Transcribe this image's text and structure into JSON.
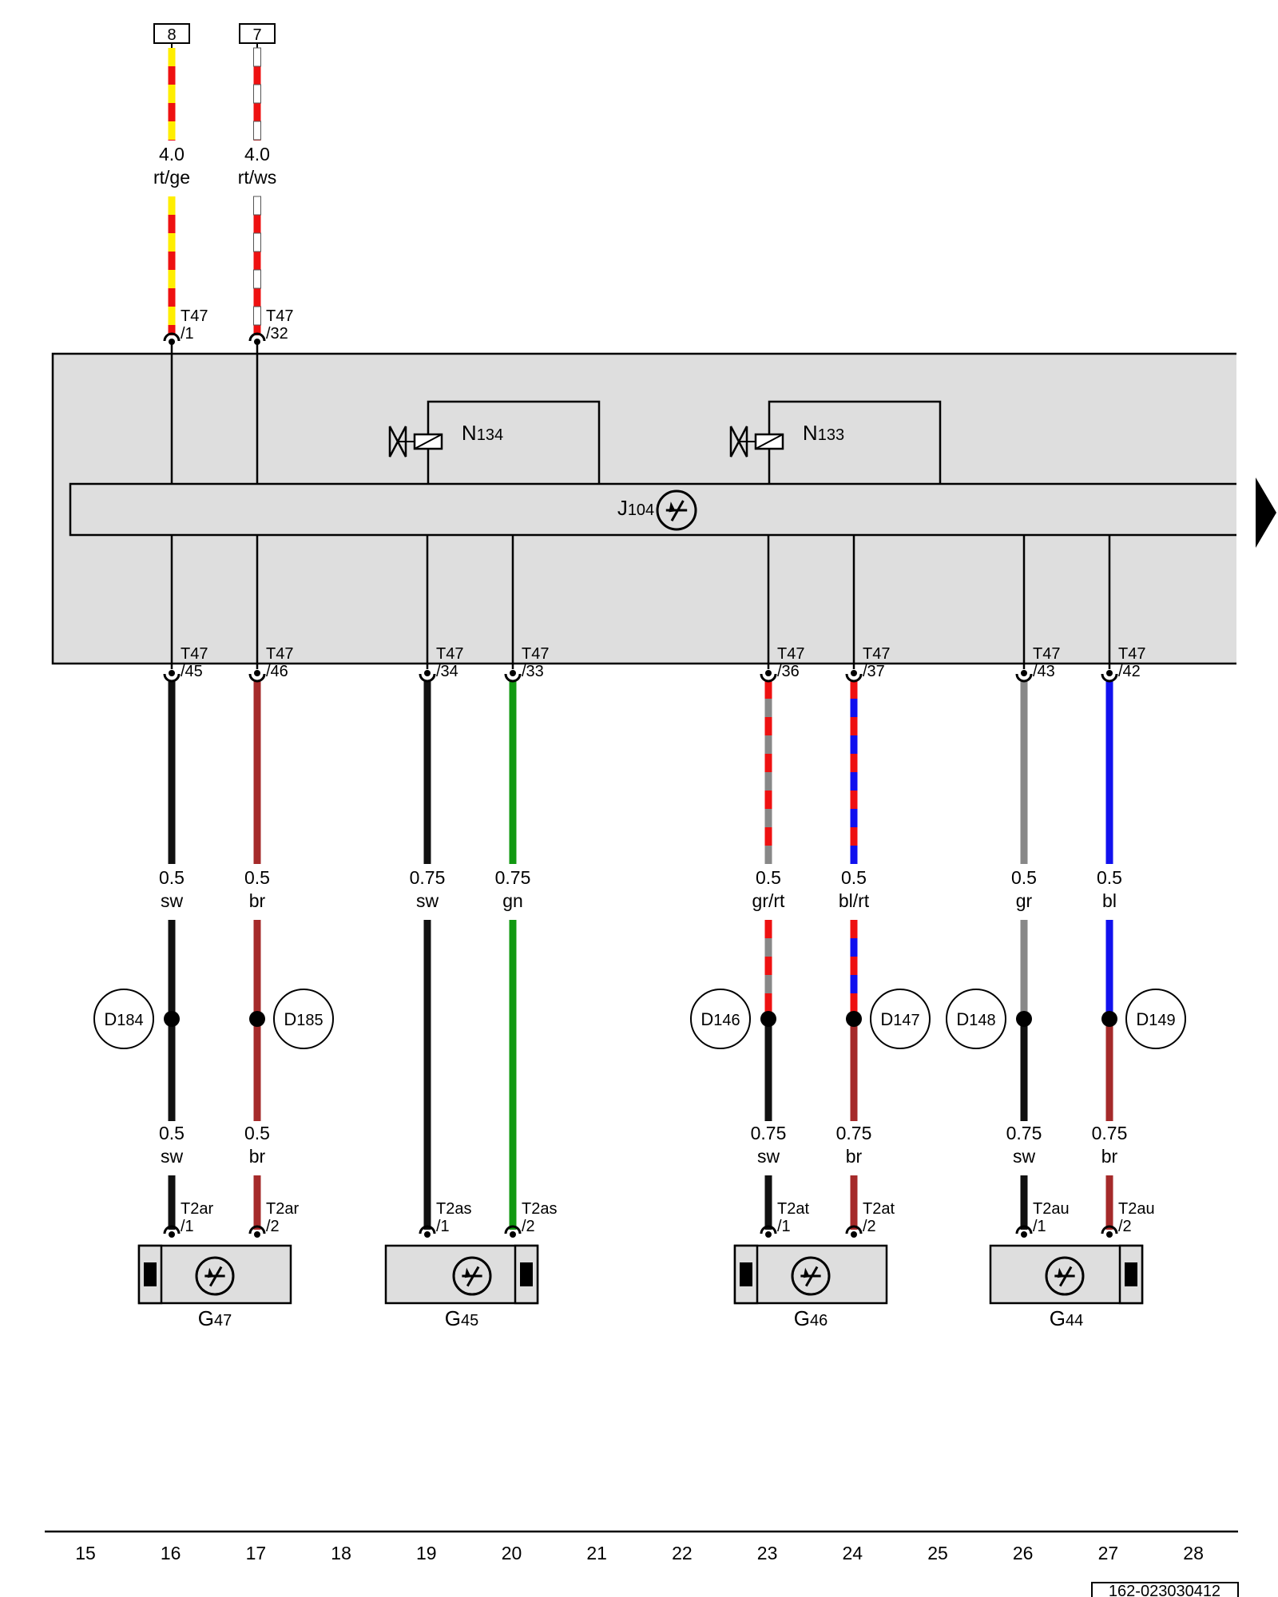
{
  "colors": {
    "rt": "#ee1111",
    "ge": "#ffee00",
    "ws": "#ffffff",
    "sw": "#111111",
    "br": "#a52a2a",
    "gn": "#119911",
    "gr": "#888888",
    "bl": "#1111ee",
    "box_fill": "#dedede"
  },
  "columns": [
    "15",
    "16",
    "17",
    "18",
    "19",
    "20",
    "21",
    "22",
    "23",
    "24",
    "25",
    "26",
    "27",
    "28"
  ],
  "doc_code": "162-023030412",
  "module": {
    "name": "J104",
    "icon": "speed-sensor-symbol-icon",
    "continues_right": true
  },
  "valves": [
    {
      "name": "N134",
      "icon": "valve-solenoid-icon"
    },
    {
      "name": "N133",
      "icon": "valve-solenoid-icon"
    }
  ],
  "top_refs": [
    "8",
    "7"
  ],
  "top_wires": [
    {
      "size": "4.0",
      "color": "rt/ge",
      "pin": "T47",
      "pin_no": "/1"
    },
    {
      "size": "4.0",
      "color": "rt/ws",
      "pin": "T47",
      "pin_no": "/32"
    }
  ],
  "lower_wires": [
    {
      "pin": "T47",
      "pin_no": "/45",
      "size": "0.5",
      "color": "sw"
    },
    {
      "pin": "T47",
      "pin_no": "/46",
      "size": "0.5",
      "color": "br"
    },
    {
      "pin": "T47",
      "pin_no": "/34",
      "size": "0.75",
      "color": "sw"
    },
    {
      "pin": "T47",
      "pin_no": "/33",
      "size": "0.75",
      "color": "gn"
    },
    {
      "pin": "T47",
      "pin_no": "/36",
      "size": "0.5",
      "color": "gr/rt"
    },
    {
      "pin": "T47",
      "pin_no": "/37",
      "size": "0.5",
      "color": "bl/rt"
    },
    {
      "pin": "T47",
      "pin_no": "/43",
      "size": "0.5",
      "color": "gr"
    },
    {
      "pin": "T47",
      "pin_no": "/42",
      "size": "0.5",
      "color": "bl"
    }
  ],
  "junctions": [
    "D184",
    "D185",
    "D146",
    "D147",
    "D148",
    "D149"
  ],
  "sensor_wires": [
    {
      "size": "0.5",
      "color": "sw"
    },
    {
      "size": "0.5",
      "color": "br"
    },
    {
      "size": "0.75",
      "color": "sw"
    },
    {
      "size": "0.75",
      "color": "br"
    },
    {
      "size": "0.75",
      "color": "sw"
    },
    {
      "size": "0.75",
      "color": "br"
    }
  ],
  "sensor_pins": [
    {
      "pin": "T2ar",
      "pin_no": "/1"
    },
    {
      "pin": "T2ar",
      "pin_no": "/2"
    },
    {
      "pin": "T2as",
      "pin_no": "/1"
    },
    {
      "pin": "T2as",
      "pin_no": "/2"
    },
    {
      "pin": "T2at",
      "pin_no": "/1"
    },
    {
      "pin": "T2at",
      "pin_no": "/2"
    },
    {
      "pin": "T2au",
      "pin_no": "/1"
    },
    {
      "pin": "T2au",
      "pin_no": "/2"
    }
  ],
  "sensors": [
    {
      "name": "G47",
      "icon": "speed-sensor-symbol-icon"
    },
    {
      "name": "G45",
      "icon": "speed-sensor-symbol-icon"
    },
    {
      "name": "G46",
      "icon": "speed-sensor-symbol-icon"
    },
    {
      "name": "G44",
      "icon": "speed-sensor-symbol-icon"
    }
  ]
}
